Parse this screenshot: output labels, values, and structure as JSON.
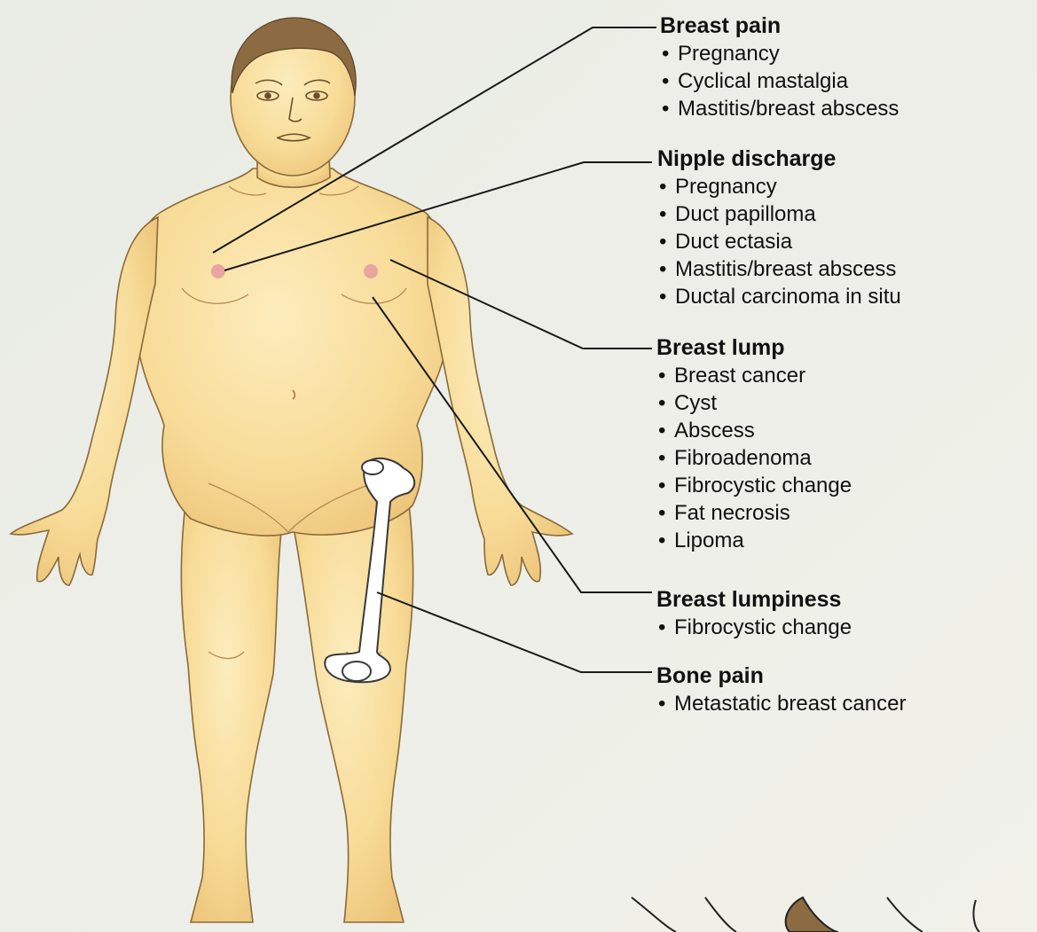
{
  "groups": [
    {
      "title": "Breast pain",
      "items": [
        "Pregnancy",
        "Cyclical mastalgia",
        "Mastitis/breast abscess"
      ]
    },
    {
      "title": "Nipple discharge",
      "items": [
        "Pregnancy",
        "Duct papilloma",
        "Duct ectasia",
        "Mastitis/breast abscess",
        "Ductal carcinoma in situ"
      ]
    },
    {
      "title": "Breast lump",
      "items": [
        "Breast cancer",
        "Cyst",
        "Abscess",
        "Fibroadenoma",
        "Fibrocystic change",
        "Fat necrosis",
        "Lipoma"
      ]
    },
    {
      "title": "Breast lumpiness",
      "items": [
        "Fibrocystic change"
      ]
    },
    {
      "title": "Bone pain",
      "items": [
        "Metastatic breast cancer"
      ]
    }
  ],
  "colors": {
    "background": "#eef0e6",
    "skin": "#f8dc98",
    "skin_outline": "#8a6a3a",
    "hair": "#8c6a42",
    "nipple": "#e59aa0",
    "bone": "#ffffff",
    "leader_line": "#1a1a1a"
  }
}
